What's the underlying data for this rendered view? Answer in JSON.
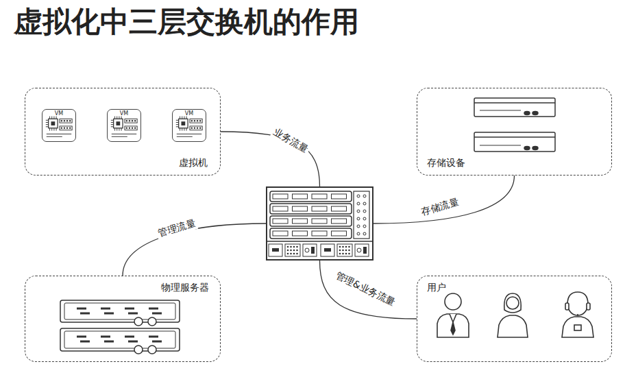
{
  "diagram": {
    "title": "虚拟化中三层交换机的作用",
    "nodes": [
      {
        "text": [
          "虚拟机"
        ]
      },
      {
        "text": [
          "VM"
        ],
        "in": 0
      },
      {
        "text": [
          "VM"
        ],
        "in": 0
      },
      {
        "text": [
          "VM"
        ],
        "in": 0
      },
      {
        "text": [
          "存储设备"
        ]
      },
      {
        "text": []
      },
      {
        "text": [
          "物理服务器"
        ]
      },
      {
        "text": [
          "用户"
        ]
      }
    ],
    "edges": [
      {
        "from": 0,
        "to": 5,
        "label": "业务流量",
        "arrow": "none"
      },
      {
        "from": 4,
        "to": 5,
        "label": "存储流量",
        "arrow": "none"
      },
      {
        "from": 6,
        "to": 5,
        "label": "管理流量",
        "arrow": "none"
      },
      {
        "from": 7,
        "to": 5,
        "label": "管理&业务流量",
        "arrow": "none"
      }
    ]
  }
}
